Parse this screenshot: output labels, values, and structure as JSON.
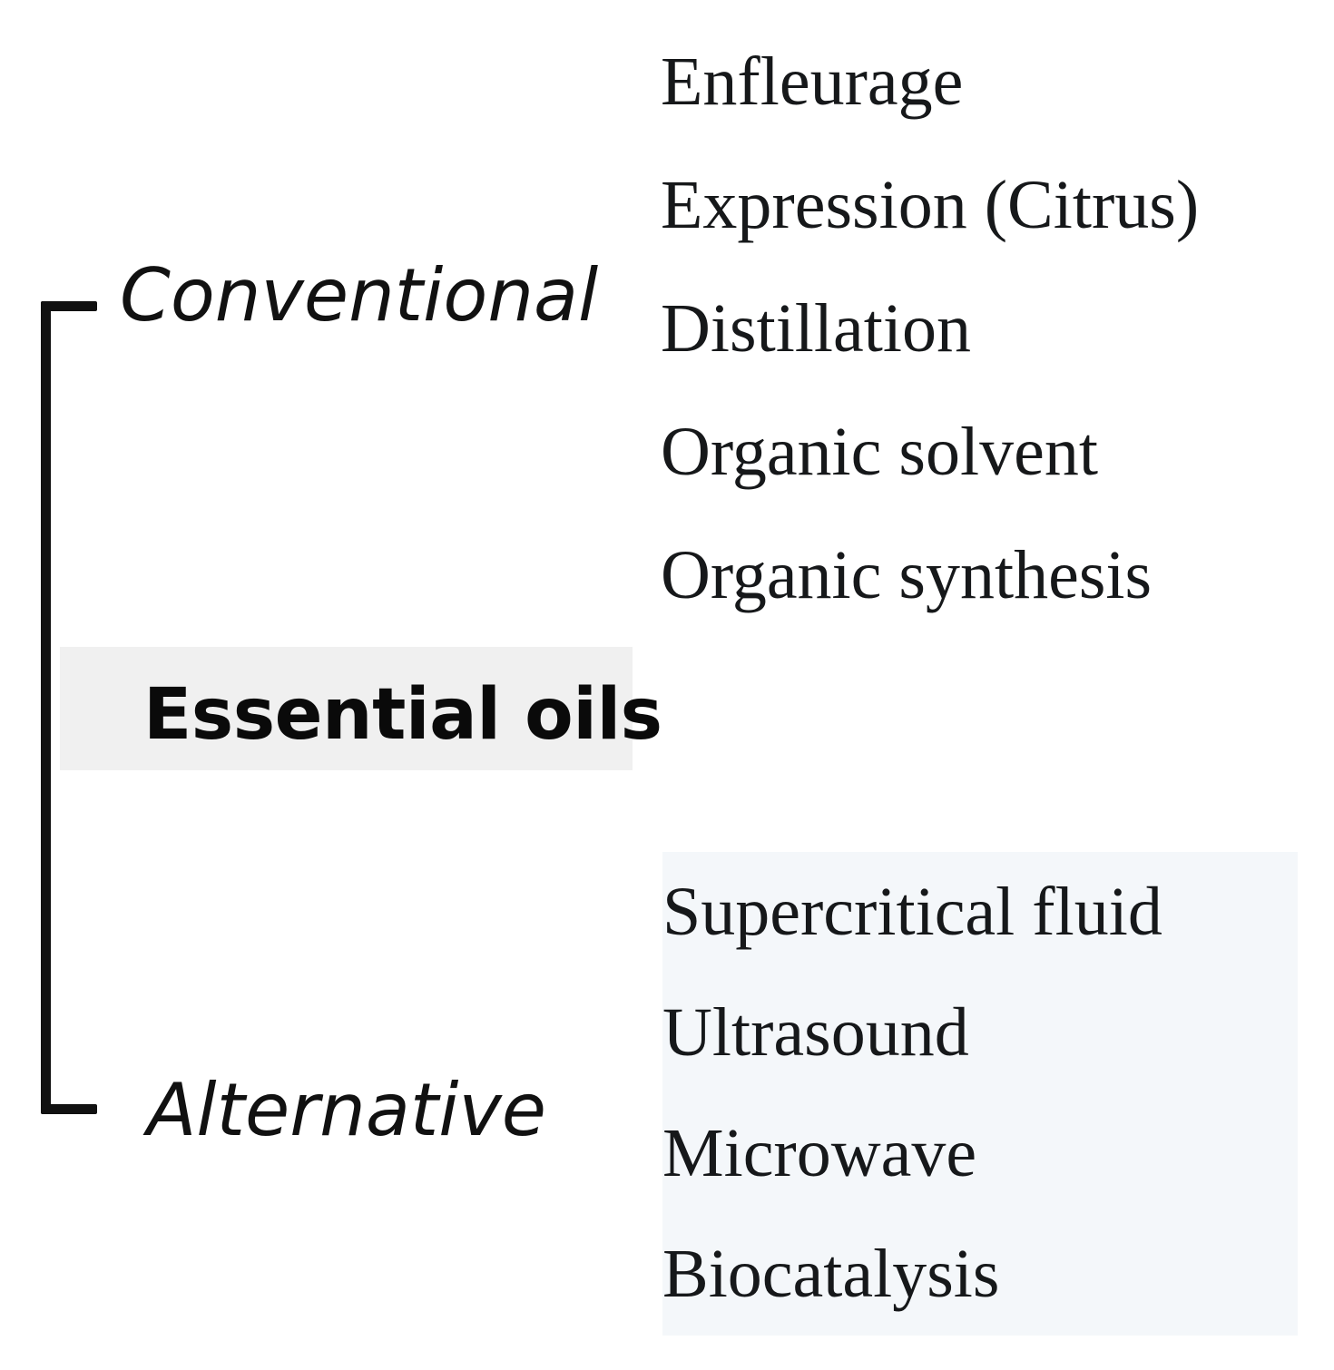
{
  "figure": {
    "center_title": "Essential oils",
    "categories": [
      {
        "key": "conventional",
        "label": "Conventional"
      },
      {
        "key": "alternative",
        "label": "Alternative"
      }
    ],
    "conventional_methods": [
      "Enfleurage",
      "Expression (Citrus)",
      "Distillation",
      "Organic solvent",
      "Organic synthesis"
    ],
    "alternative_methods": [
      "Supercritical fluid",
      "Ultrasound",
      "Microwave",
      "Biocatalysis"
    ],
    "colors": {
      "background": "#ffffff",
      "bracket": "#111111",
      "title_highlight": "#f0f0f0",
      "alternative_highlight": "#f4f7fa",
      "text": "#16181a"
    }
  }
}
